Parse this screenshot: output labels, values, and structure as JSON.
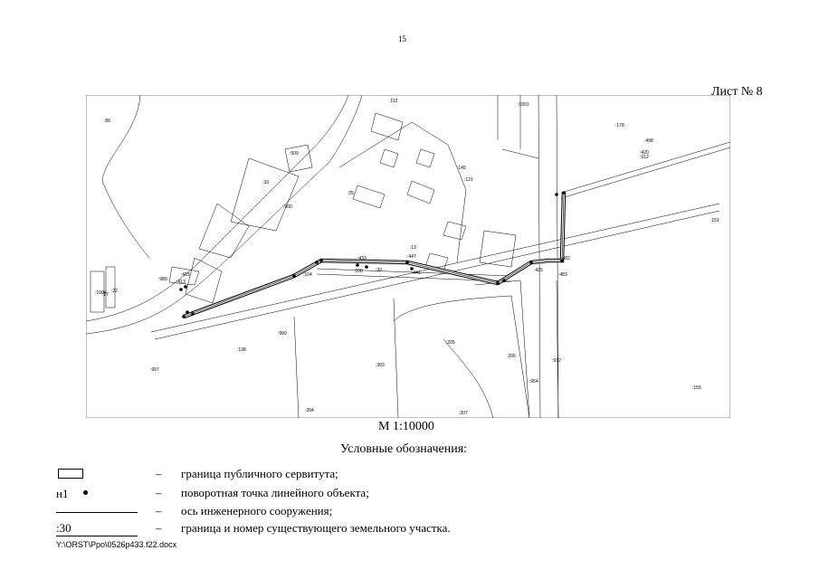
{
  "page_number": "15",
  "sheet_label": "Лист № 8",
  "scale": "М 1:10000",
  "map_labels": [
    ":80",
    ":509",
    ":900",
    ":112",
    ":1001",
    ":178",
    ":151",
    ":999",
    ":138",
    ":205",
    ":206",
    ":303",
    ":204",
    ":207",
    ":155",
    ":972",
    ":954",
    ":997",
    ":980",
    ":1004",
    ":17",
    ":22",
    ":33",
    ":25",
    ":13",
    ":145",
    ":121",
    ":32",
    ":104",
    ":108",
    ":433",
    ":447",
    ":441",
    ":425",
    ":483",
    ":482",
    ":498",
    ":420",
    ":413",
    ":415",
    ":912"
  ],
  "legend": {
    "title": "Условные обозначения:",
    "dash": "–",
    "items": [
      {
        "symbol_text": "",
        "text": "граница публичного сервитута;"
      },
      {
        "symbol_text": "н1",
        "text": "поворотная точка линейного объекта;"
      },
      {
        "symbol_text": "",
        "text": "ось инженерного сооружения;"
      },
      {
        "symbol_text": ":30",
        "text": "граница и номер существующего земельного участка."
      }
    ]
  },
  "file_path": "Y:\\ORST\\Ppo\\0526p433.f22.docx"
}
